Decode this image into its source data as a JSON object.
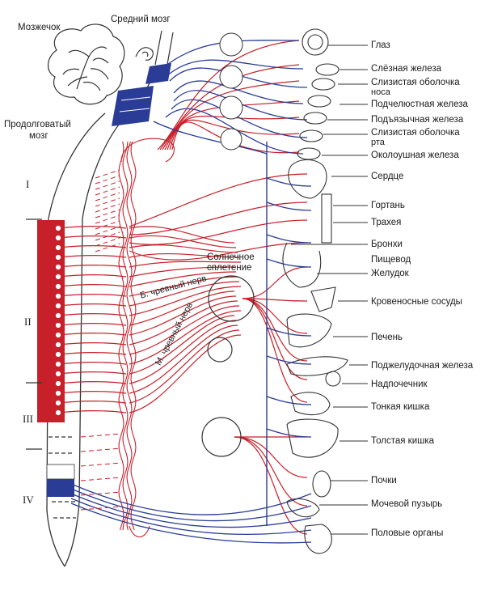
{
  "colors": {
    "sympathetic": "#c8202a",
    "parasympathetic": "#2a3c96",
    "outline": "#333333",
    "background": "#ffffff"
  },
  "brain_labels": {
    "cerebellum": "Мозжечок",
    "midbrain": "Средний мозг",
    "medulla_line1": "Продолговатый",
    "medulla_line2": "мозг"
  },
  "regions": [
    "I",
    "II",
    "III",
    "IV"
  ],
  "plexus": {
    "line1": "Солнечное",
    "line2": "сплетение"
  },
  "nerves": {
    "greater_splanchnic": "Б. чревный нерв",
    "lesser_splanchnic": "М. чревный нерв"
  },
  "organs": [
    {
      "label": "Глаз"
    },
    {
      "label": "Слёзная железа"
    },
    {
      "label": "Слизистая оболочка",
      "label2": "носа"
    },
    {
      "label": "Подчелюстная железа"
    },
    {
      "label": "Подъязычная железа"
    },
    {
      "label": "Слизистая оболочка",
      "label2": "рта"
    },
    {
      "label": "Околоушная железа"
    },
    {
      "label": "Сердце"
    },
    {
      "label": "Гортань"
    },
    {
      "label": "Трахея"
    },
    {
      "label": "Бронхи"
    },
    {
      "label": "Пищевод"
    },
    {
      "label": "Желудок"
    },
    {
      "label": "Кровеносные сосуды"
    },
    {
      "label": "Печень"
    },
    {
      "label": "Поджелудочная железа"
    },
    {
      "label": "Надпочечник"
    },
    {
      "label": "Тонкая кишка"
    },
    {
      "label": "Толстая кишка"
    },
    {
      "label": "Почки"
    },
    {
      "label": "Мочевой пузырь"
    },
    {
      "label": "Половые органы"
    }
  ]
}
